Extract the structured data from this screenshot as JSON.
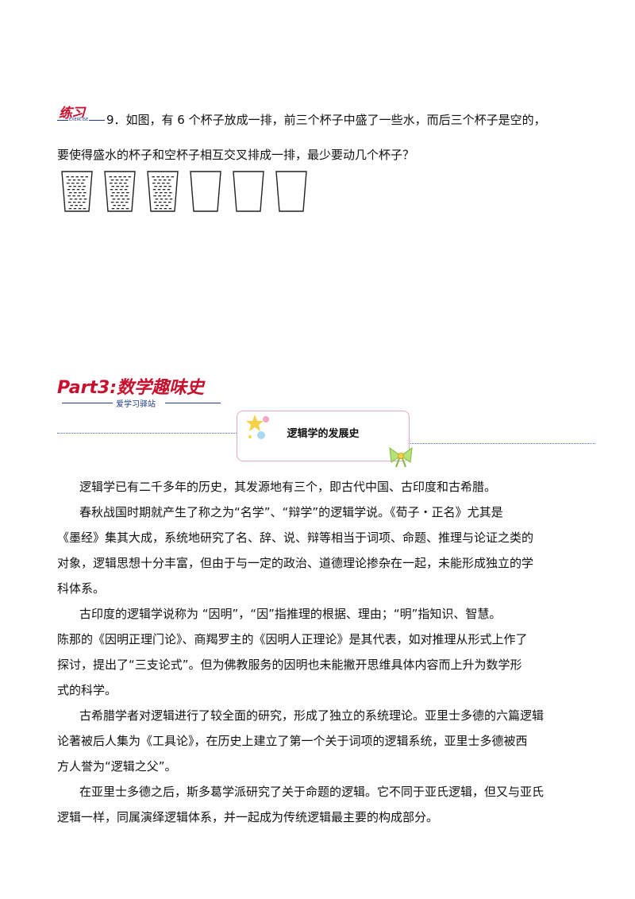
{
  "exercise": {
    "badge_label": "练习",
    "badge_sub": "EXERCISE",
    "question_line1": "9．如图，有 6 个杯子放成一排，前三个杯子中盛了一些水，而后三个杯子是空的，",
    "question_line2": "要使得盛水的杯子和空杯子相互交叉排成一排，最少要动几个杯子？",
    "cups": [
      "filled",
      "filled",
      "filled",
      "empty",
      "empty",
      "empty"
    ]
  },
  "section": {
    "part_title": "Part3:数学趣味史",
    "part_subtitle": "爱学习驿站",
    "box_title": "逻辑学的发展史"
  },
  "paragraphs": [
    "逻辑学已有二千多年的历史，其发源地有三个，即古代中国、古印度和古希腊。",
    "春秋战国时期就产生了称之为“名学”、“辩学”的逻辑学说。《荀子・正名》尤其是",
    "《墨经》集其大成，系统地研究了名、辞、说、辩等相当于词项、命题、推理与论证之类的",
    "对象，逻辑思想十分丰富，但由于与一定的政治、道德理论掺杂在一起，未能形成独立的学",
    "科体系。",
    "古印度的逻辑学说称为 “因明”，“因”指推理的根据、理由；“明”指知识、智慧。",
    "陈那的《因明正理门论》、商羯罗主的《因明人正理论》是其代表，如对推理从形式上作了",
    "探讨，提出了“三支论式”。但为佛教服务的因明也未能撇开思维具体内容而上升为数学形",
    "式的科学。",
    "古希腊学者对逻辑进行了较全面的研究，形成了独立的系统理论。亚里士多德的六篇逻辑",
    "论著被后人集为《工具论》，在历史上建立了第一个关于词项的逻辑系统，亚里士多德被西",
    "方人誉为“逻辑之父”。",
    "在亚里士多德之后，斯多葛学派研究了关于命题的逻辑。它不同于亚氏逻辑，但又与亚氏",
    "逻辑一样，同属演绎逻辑体系，并一起成为传统逻辑最主要的构成部分。"
  ],
  "colors": {
    "accent_red": "#c8102e",
    "accent_blue": "#1f3c88",
    "dotted_line": "#4a6fd8",
    "box_border": "#e6a8c4"
  }
}
